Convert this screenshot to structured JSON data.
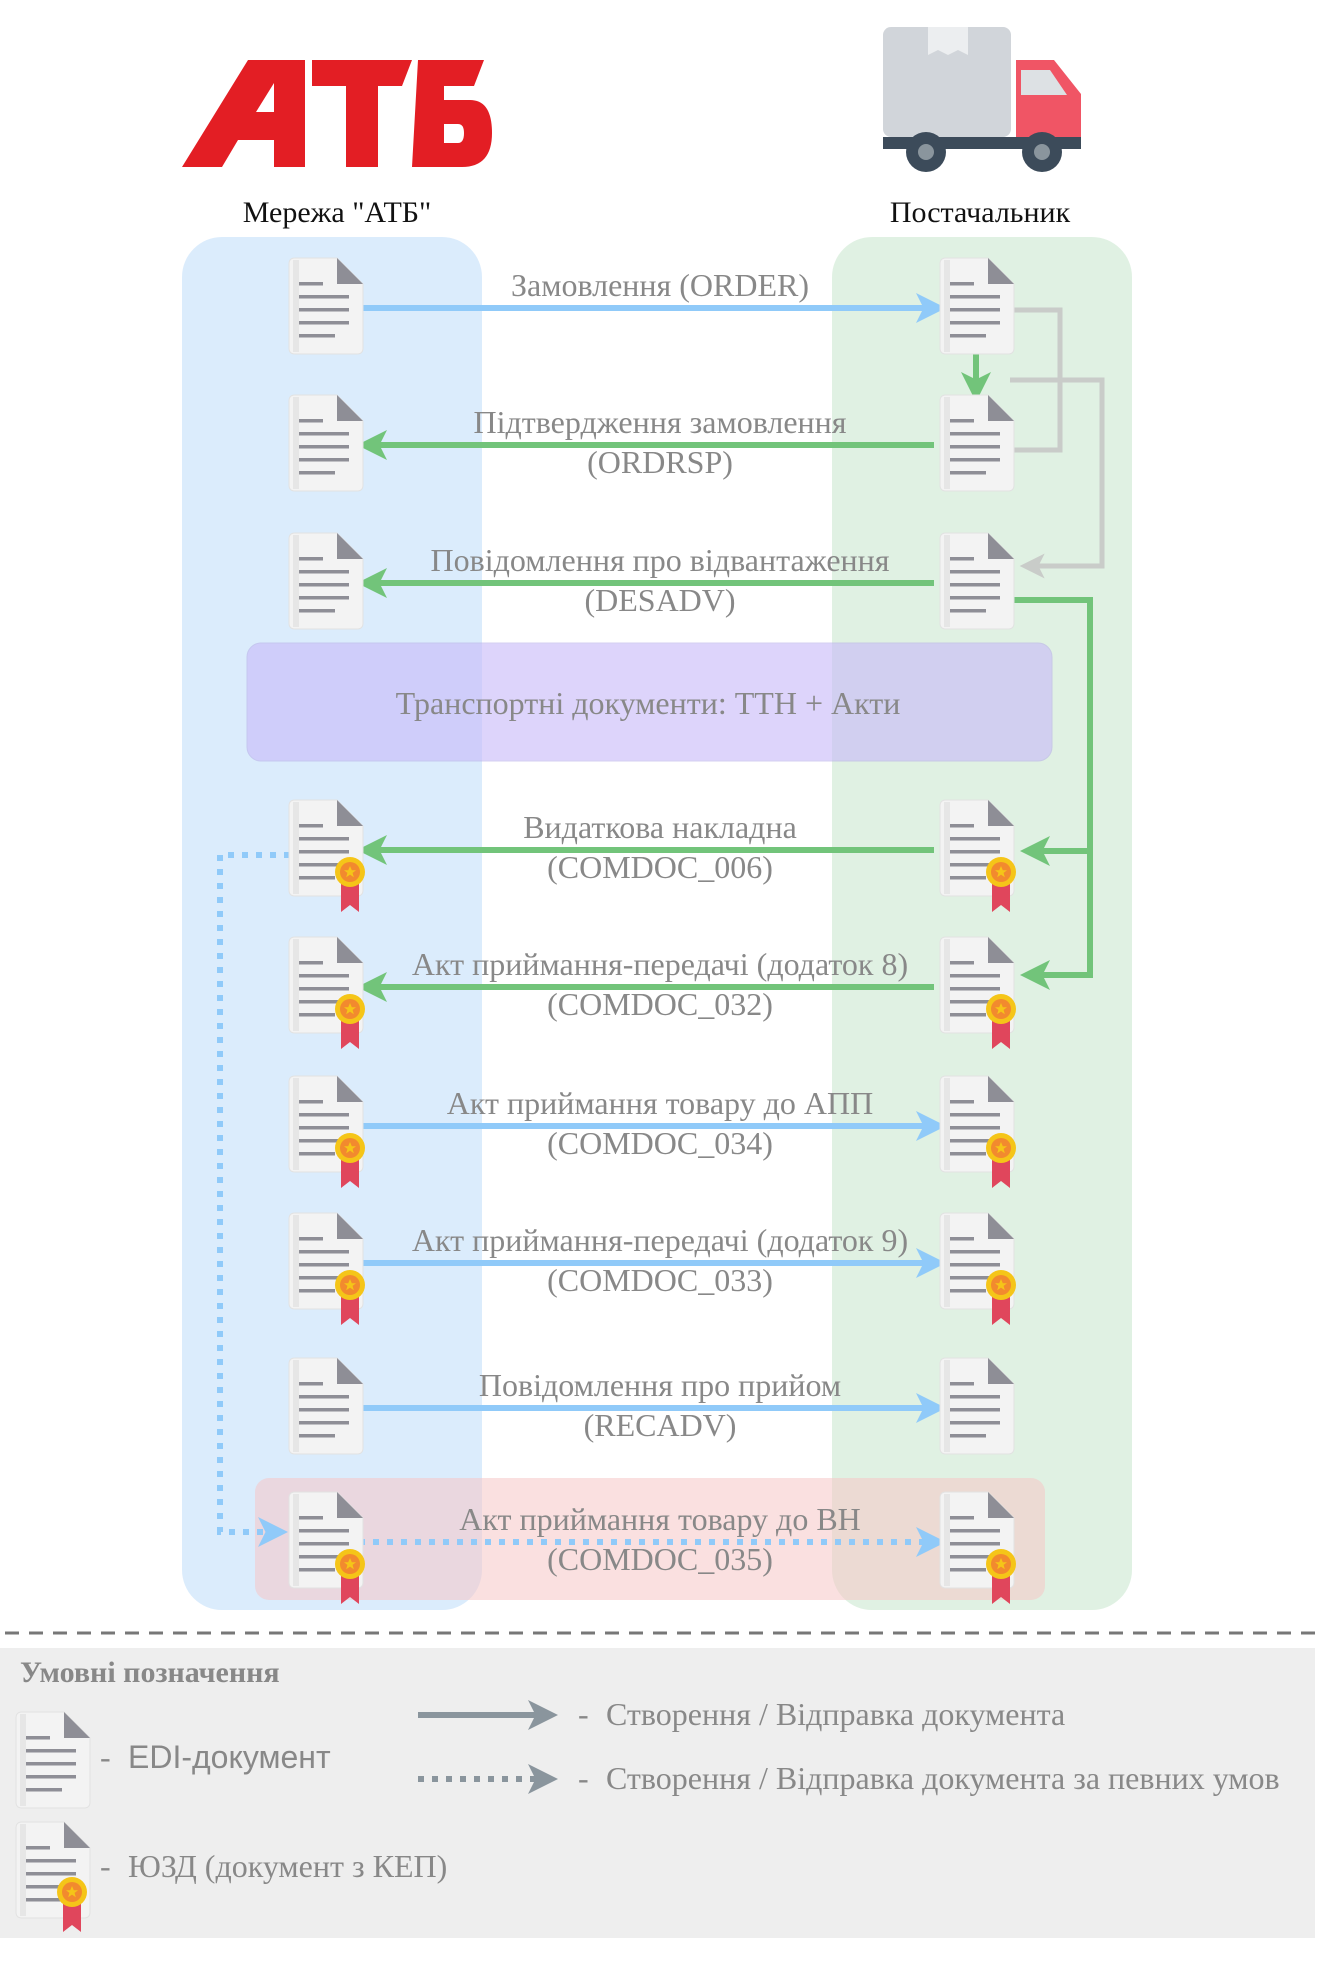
{
  "columns": {
    "left": {
      "logo_text": "АТБ",
      "title": "Мережа \"АТБ\""
    },
    "right": {
      "title": "Постачальник"
    }
  },
  "flows": [
    {
      "line1": "Замовлення (ORDER)",
      "line2": "",
      "direction": "to-supplier",
      "type": "EDI",
      "color": "#90caf9"
    },
    {
      "line1": "Підтвердження замовлення",
      "line2": "(ORDRSP)",
      "direction": "to-atb",
      "type": "EDI",
      "color": "#81c784"
    },
    {
      "line1": "Повідомлення про відвантаження",
      "line2": "(DESADV)",
      "direction": "to-atb",
      "type": "EDI",
      "color": "#81c784"
    },
    {
      "line1": "Видаткова накладна",
      "line2": "(COMDOC_006)",
      "direction": "to-atb",
      "type": "ЮЗД",
      "color": "#81c784"
    },
    {
      "line1": "Акт приймання-передачі (додаток 8)",
      "line2": "(COMDOC_032)",
      "direction": "to-atb",
      "type": "ЮЗД",
      "color": "#81c784"
    },
    {
      "line1": "Акт приймання товару до АПП",
      "line2": "(COMDOC_034)",
      "direction": "to-supplier",
      "type": "ЮЗД",
      "color": "#90caf9"
    },
    {
      "line1": "Акт приймання-передачі (додаток 9)",
      "line2": "(COMDOC_033)",
      "direction": "to-supplier",
      "type": "ЮЗД",
      "color": "#90caf9"
    },
    {
      "line1": "Повідомлення про прийом",
      "line2": "(RECADV)",
      "direction": "to-supplier",
      "type": "EDI",
      "color": "#90caf9"
    },
    {
      "line1": "Акт приймання товару до ВН",
      "line2": "(COMDOC_035)",
      "direction": "to-supplier",
      "type": "ЮЗД",
      "conditional": true,
      "color": "#90caf9"
    }
  ],
  "transport_box": {
    "text": "Транспортні документи: ТТН + Акти"
  },
  "legend": {
    "title": "Умовні позначення",
    "edi": "EDI-документ",
    "yuzd": "ЮЗД (документ з КЕП)",
    "solid_arrow": "Створення / Відправка документа",
    "dotted_arrow": "Створення / Відправка документа за певних умов",
    "dash": "-"
  },
  "colors": {
    "atb_red": "#e31e24",
    "atb_zone": "#cfe5fb",
    "supplier_zone": "#d5ecd9",
    "edi_arrow": "#90caf9",
    "supplier_arrow": "#81c784",
    "transport_box": "#d4c8fb",
    "comdoc035_box": "#f8d7d7",
    "legend_bg": "#eeeeee"
  }
}
